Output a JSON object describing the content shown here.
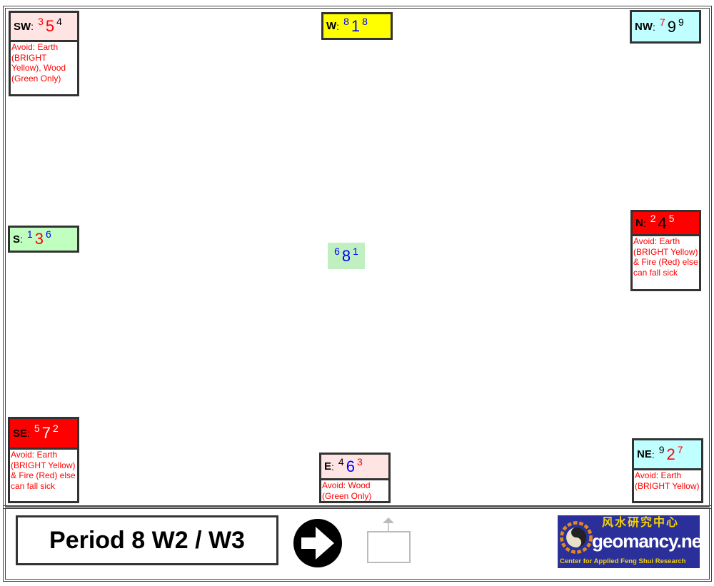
{
  "sectors": [
    {
      "id": "sw",
      "label": "SW",
      "bg": "#ffe4e4",
      "stars": [
        {
          "v": "3",
          "c": "#ff0000"
        },
        {
          "v": "5",
          "c": "#ff0000"
        },
        {
          "v": "4",
          "c": "#000000"
        }
      ],
      "note": "Avoid: Earth (BRIGHT Yellow), Wood (Green Only)"
    },
    {
      "id": "w",
      "label": "W",
      "bg": "#ffff00",
      "stars": [
        {
          "v": "8",
          "c": "#0000ff"
        },
        {
          "v": "1",
          "c": "#0000ff"
        },
        {
          "v": "8",
          "c": "#0000ff"
        }
      ],
      "note": ""
    },
    {
      "id": "nw",
      "label": "NW",
      "bg": "#c0ffff",
      "stars": [
        {
          "v": "7",
          "c": "#ff0000"
        },
        {
          "v": "9",
          "c": "#000000"
        },
        {
          "v": "9",
          "c": "#000000"
        }
      ],
      "note": ""
    },
    {
      "id": "s",
      "label": "S",
      "bg": "#c0ffc0",
      "stars": [
        {
          "v": "1",
          "c": "#0000ff"
        },
        {
          "v": "3",
          "c": "#ff0000"
        },
        {
          "v": "6",
          "c": "#0000ff"
        }
      ],
      "note": ""
    },
    {
      "id": "n",
      "label": "N",
      "bg": "#ff0000",
      "stars": [
        {
          "v": "2",
          "c": "#ffffff"
        },
        {
          "v": "4",
          "c": "#000000"
        },
        {
          "v": "5",
          "c": "#ffffff"
        }
      ],
      "note": "Avoid: Earth (BRIGHT Yellow) & Fire (Red) else can fall sick"
    },
    {
      "id": "se",
      "label": "SE",
      "bg": "#ff0000",
      "stars": [
        {
          "v": "5",
          "c": "#ffffff"
        },
        {
          "v": "7",
          "c": "#ffffff"
        },
        {
          "v": "2",
          "c": "#ffffff"
        }
      ],
      "note": "Avoid: Earth (BRIGHT Yellow) & Fire (Red) else can fall sick"
    },
    {
      "id": "e",
      "label": "E",
      "bg": "#ffe4e4",
      "stars": [
        {
          "v": "4",
          "c": "#000000"
        },
        {
          "v": "6",
          "c": "#0000ff"
        },
        {
          "v": "3",
          "c": "#ff0000"
        }
      ],
      "note": "Avoid: Wood (Green Only)"
    },
    {
      "id": "ne",
      "label": "NE",
      "bg": "#c0ffff",
      "stars": [
        {
          "v": "9",
          "c": "#000000"
        },
        {
          "v": "2",
          "c": "#ff0000"
        },
        {
          "v": "7",
          "c": "#ff0000"
        }
      ],
      "note": "Avoid: Earth (BRIGHT Yellow)"
    }
  ],
  "center": {
    "stars": [
      "6",
      "8",
      "1"
    ],
    "bg": "#c0f0c0",
    "color": "#0000ff"
  },
  "footer": {
    "title": "Period 8 W2 / W3",
    "next_icon": "arrow-right-circle-icon",
    "up_icon": "up-arrow-box-icon",
    "logo": {
      "chinese": "风水研究中心",
      "name": "geomancy.net",
      "tagline": "Center for Applied Feng Shui Research"
    }
  }
}
